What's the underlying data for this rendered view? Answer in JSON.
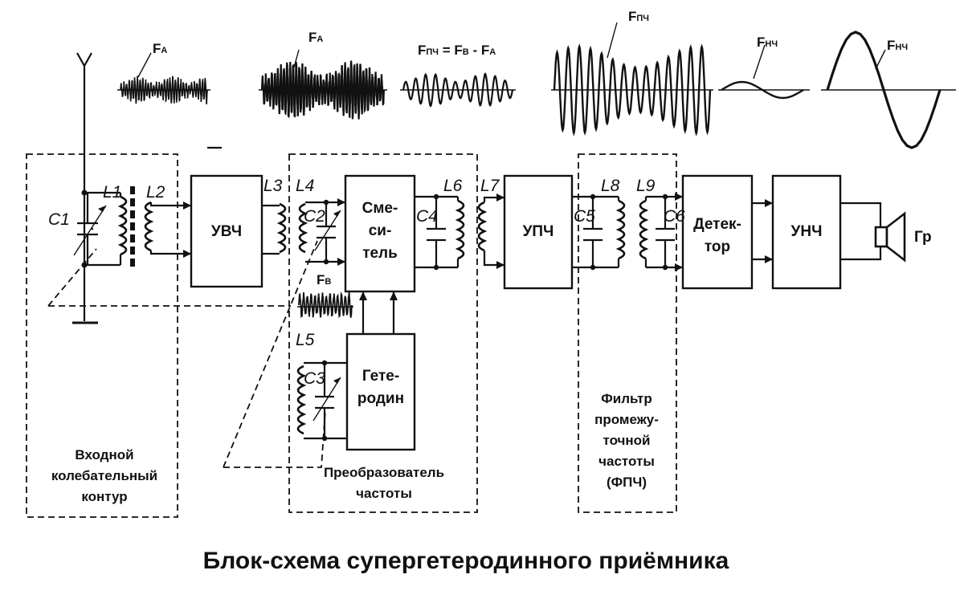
{
  "title": "Блок-схема супергетеродинного приёмника",
  "blocks": {
    "uvch": "УВЧ",
    "mixer": [
      "Сме-",
      "си-",
      "тель"
    ],
    "heterodyne": [
      "Гете-",
      "родин"
    ],
    "upch": "УПЧ",
    "detector": [
      "Детек-",
      "тор"
    ],
    "unch": "УНЧ",
    "speaker": "Гр"
  },
  "groups": {
    "input_circuit": [
      "Входной",
      "колебательный",
      "контур"
    ],
    "converter": [
      "Преобразователь",
      "частоты"
    ],
    "ifc": [
      "Фильтр",
      "промежу-",
      "точной",
      "частоты",
      "(ФПЧ)"
    ]
  },
  "components": {
    "c1": "C1",
    "l1": "L1",
    "l2": "L2",
    "l3": "L3",
    "l4": "L4",
    "c2": "C2",
    "l5": "L5",
    "c3": "C3",
    "c4": "C4",
    "l6": "L6",
    "l7": "L7",
    "c5": "C5",
    "l8": "L8",
    "l9": "L9",
    "c6": "C6"
  },
  "signals": {
    "fa1": {
      "main": "F",
      "sub": "А"
    },
    "fa2": {
      "main": "F",
      "sub": "А"
    },
    "fif_eq": {
      "a": "F",
      "a_sub": "ПЧ",
      "eq": " = ",
      "b": "F",
      "b_sub": "В",
      "minus": " - ",
      "c": "F",
      "c_sub": "А"
    },
    "fif": {
      "main": "F",
      "sub": "ПЧ"
    },
    "flf1": {
      "main": "F",
      "sub": "НЧ"
    },
    "flf2": {
      "main": "F",
      "sub": "НЧ"
    },
    "fv": {
      "main": "F",
      "sub": "В"
    }
  },
  "colors": {
    "ink": "#111111",
    "background": "#ffffff"
  }
}
